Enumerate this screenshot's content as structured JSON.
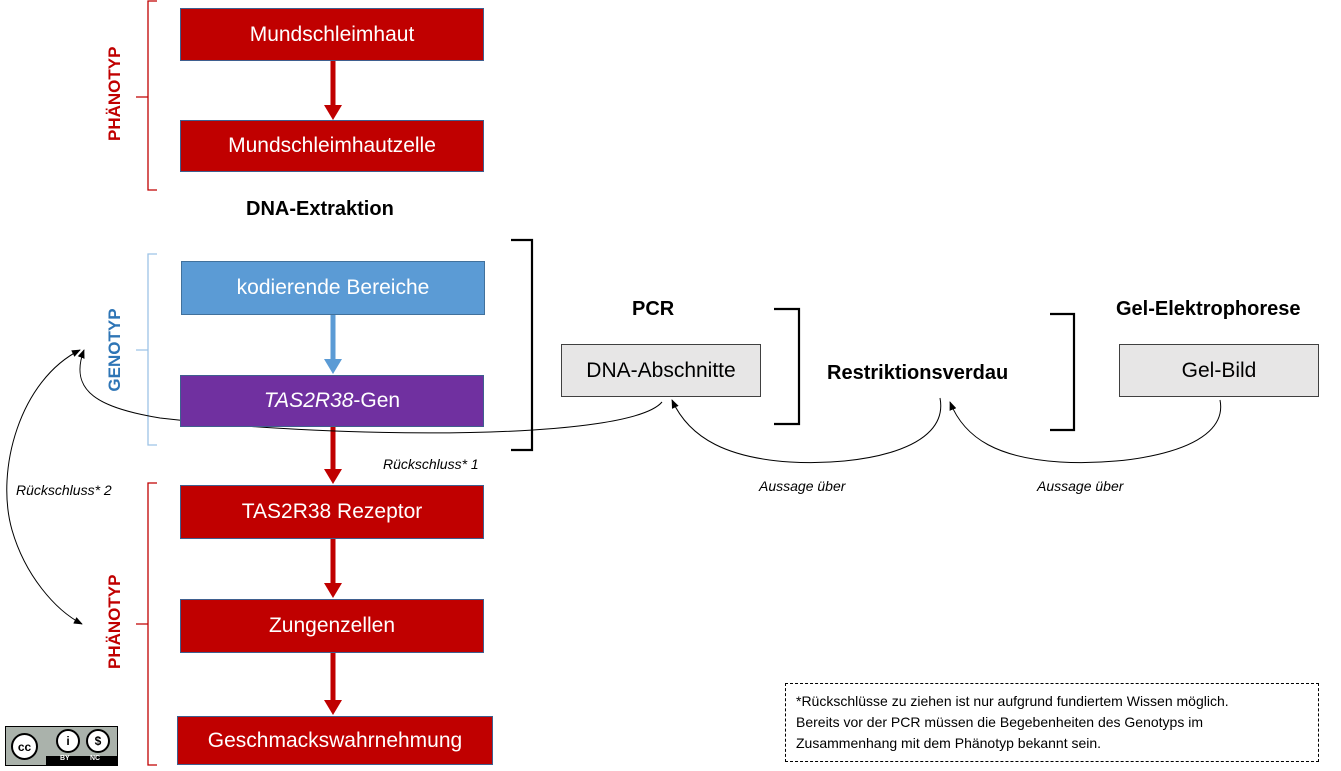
{
  "boxes": {
    "mundschleimhaut": "Mundschleimhaut",
    "mundschleimhautzelle": "Mundschleimhautzelle",
    "kodierende_bereiche": "kodierende Bereiche",
    "gene_italic": "TAS2R38",
    "gene_suffix": "-Gen",
    "rezeptor": "TAS2R38 Rezeptor",
    "zungenzellen": "Zungenzellen",
    "geschmack": "Geschmackswahrnehmung",
    "dna_abschnitte": "DNA-Abschnitte",
    "gel_bild": "Gel-Bild"
  },
  "labels": {
    "dna_extraktion": "DNA-Extraktion",
    "pcr": "PCR",
    "restriktionsverdau": "Restriktionsverdau",
    "gel_elektrophorese": "Gel-Elektrophorese",
    "phaenotyp_top": "PHÄNOTYP",
    "genotyp": "GENOTYP",
    "phaenotyp_bottom": "PHÄNOTYP",
    "rueckschluss_1": "Rückschluss* 1",
    "rueckschluss_2": "Rückschluss* 2",
    "aussage_1": "Aussage über",
    "aussage_2": "Aussage über"
  },
  "footnote": {
    "line1": "*Rückschlüsse zu ziehen ist nur aufgrund fundiertem Wissen möglich.",
    "line2": "Bereits vor der PCR müssen die Begebenheiten des Genotyps im",
    "line3": "Zusammenhang mit dem Phänotyp bekannt sein."
  },
  "license": {
    "by": "BY",
    "nc": "NC"
  },
  "colors": {
    "red": "#c00000",
    "blue": "#5b9bd5",
    "purple": "#7030a0",
    "grey": "#e7e6e6"
  }
}
